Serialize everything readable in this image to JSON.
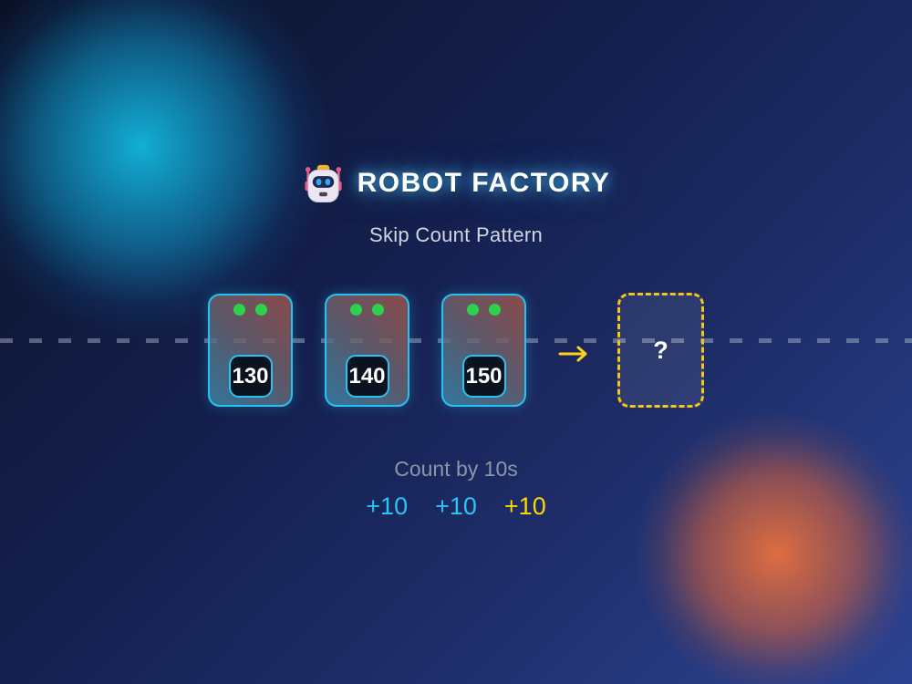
{
  "header": {
    "title": "ROBOT FACTORY",
    "subtitle": "Skip Count Pattern",
    "icon": "robot-face"
  },
  "conveyor": {
    "robots": [
      {
        "value": "130"
      },
      {
        "value": "140"
      },
      {
        "value": "150"
      }
    ],
    "arrow_icon": "right-arrow",
    "mystery_placeholder": "?"
  },
  "footer": {
    "hint": "Count by 10s",
    "increments": [
      {
        "label": "+10",
        "color": "#29c5f6"
      },
      {
        "label": "+10",
        "color": "#29c5f6"
      },
      {
        "label": "+10",
        "color": "#ffd600"
      }
    ]
  },
  "colors": {
    "background_top_left": "#0b1126",
    "background_bottom_right": "#2c4392",
    "glow_cyan": "#12b6dd",
    "glow_orange": "#e8703d",
    "card_border": "#25c3f2",
    "card_gradient_start": "#3681a4",
    "card_gradient_end": "#985149",
    "eye_green": "#2ed14b",
    "display_background": "#0b1220",
    "track_dash": "#8b93a4",
    "mystery_border": "#f5c518",
    "arrow": "#ffd21e",
    "title_text": "#ffffff",
    "subtitle_text": "#d2d6e0",
    "hint_text": "#8d96a8"
  }
}
